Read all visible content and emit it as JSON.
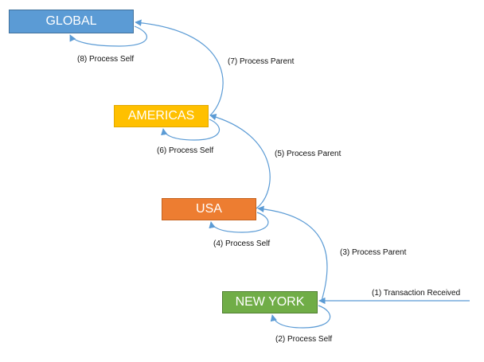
{
  "nodes": {
    "global": {
      "label": "GLOBAL",
      "color": "#5b9bd5"
    },
    "americas": {
      "label": "AMERICAS",
      "color": "#ffc000"
    },
    "usa": {
      "label": "USA",
      "color": "#ed7d31"
    },
    "new_york": {
      "label": "NEW YORK",
      "color": "#70ad47"
    }
  },
  "edge_color": "#5b9bd5",
  "steps": {
    "step1": "(1) Transaction Received",
    "step2": "(2) Process Self",
    "step3": "(3) Process Parent",
    "step4": "(4) Process Self",
    "step5": "(5) Process Parent",
    "step6": "(6) Process Self",
    "step7": "(7) Process Parent",
    "step8": "(8) Process Self"
  }
}
